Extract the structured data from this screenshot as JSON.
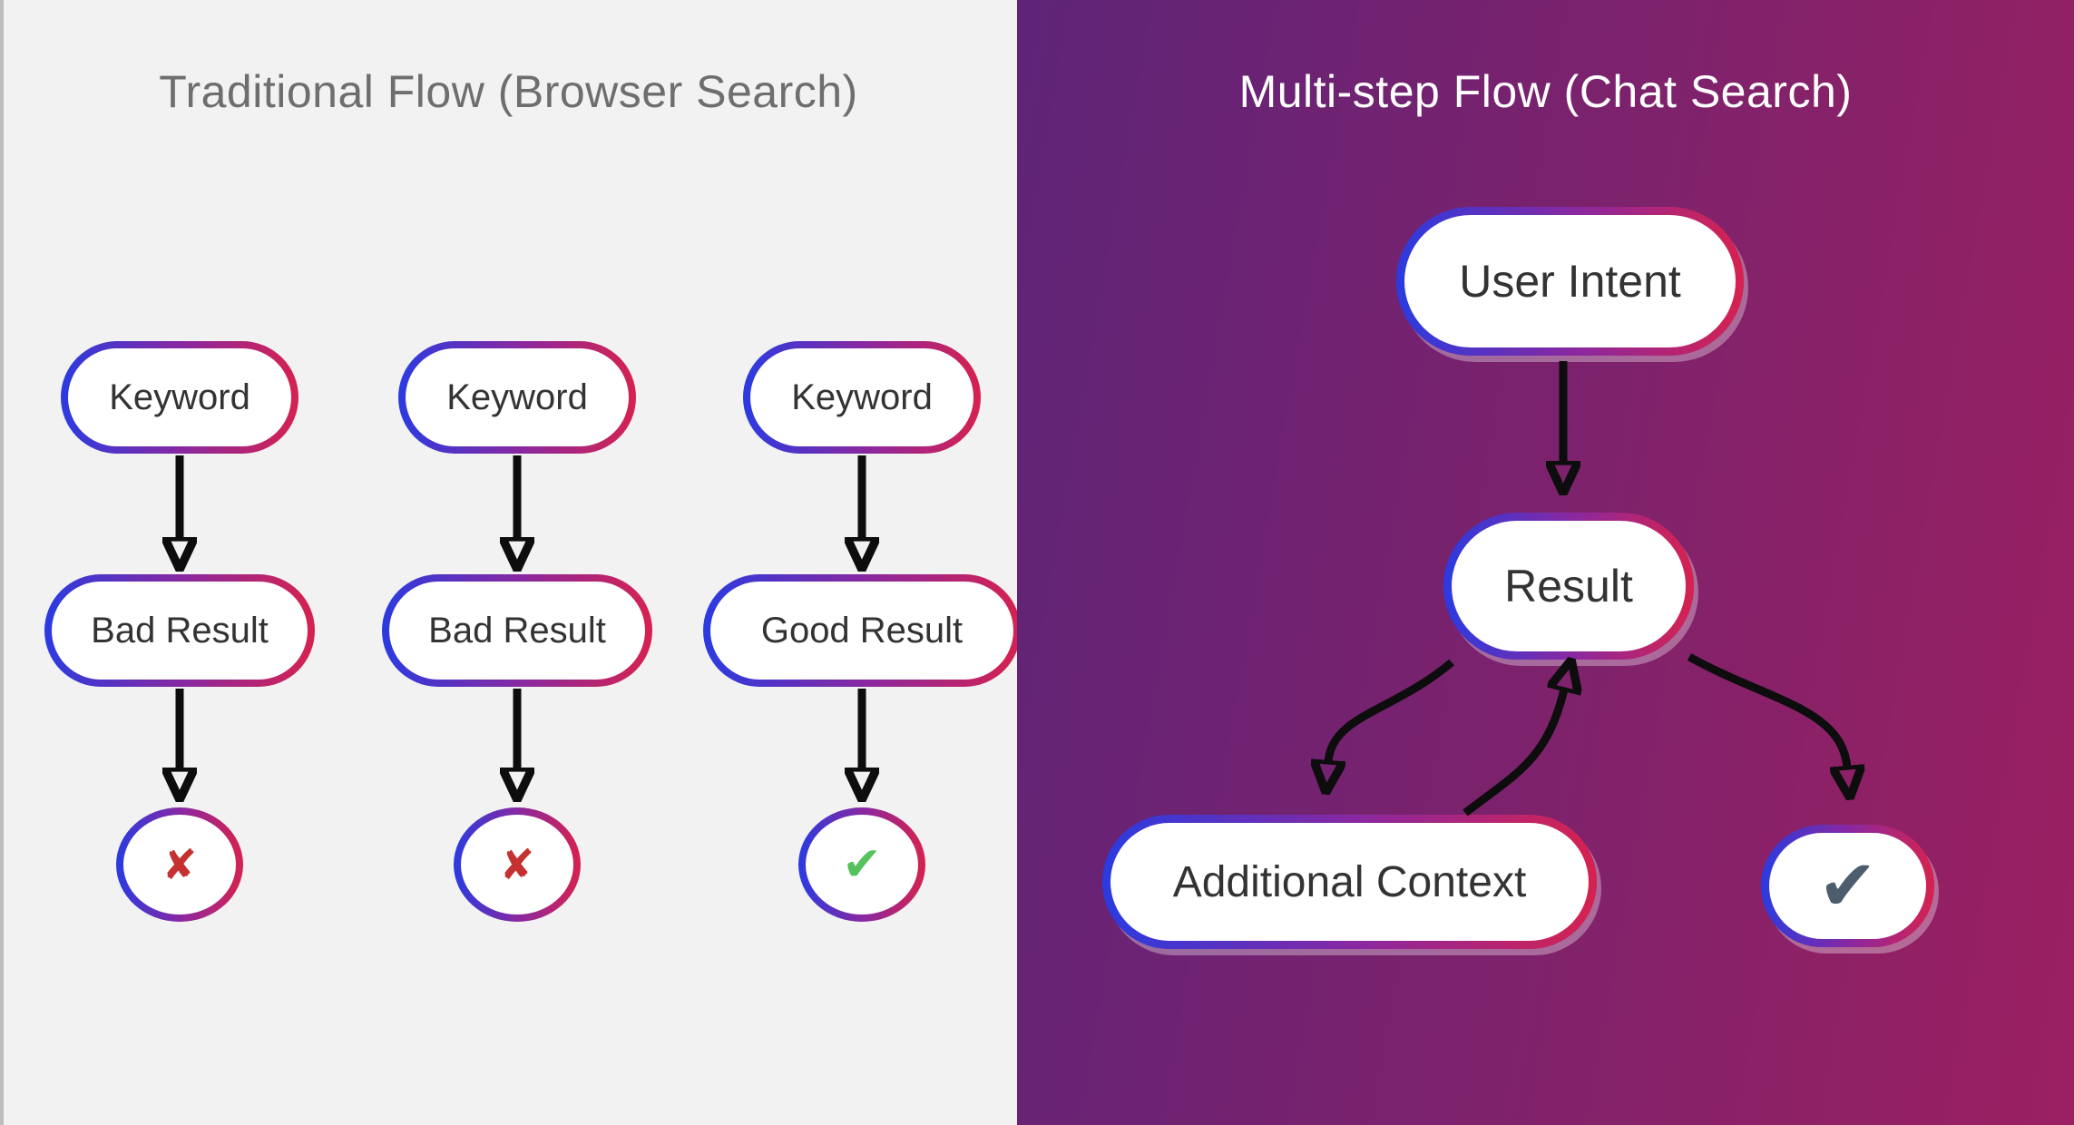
{
  "left_panel": {
    "title": "Traditional Flow (Browser Search)",
    "columns": [
      {
        "keyword": "Keyword",
        "result": "Bad Result",
        "mark": "✘",
        "outcome": "bad"
      },
      {
        "keyword": "Keyword",
        "result": "Bad Result",
        "mark": "✘",
        "outcome": "bad"
      },
      {
        "keyword": "Keyword",
        "result": "Good Result",
        "mark": "✔",
        "outcome": "good"
      }
    ]
  },
  "right_panel": {
    "title": "Multi-step Flow (Chat Search)",
    "nodes": {
      "user_intent": "User Intent",
      "result": "Result",
      "additional_context": "Additional Context",
      "success_mark": "✔"
    },
    "edges": [
      "User Intent -> Result",
      "Result -> Additional Context",
      "Additional Context -> Result",
      "Result -> Success"
    ]
  },
  "colors": {
    "accent_blue": "#2a3be0",
    "mid_purple": "#8a28a0",
    "accent_red": "#d6224f",
    "left_bg": "#f2f2f2",
    "left_edge": "#bcbec0",
    "left_title": "#6e6e6e",
    "grad_start": "#5e2478",
    "grad_end": "#9b2061",
    "node_text": "#333333",
    "bad_mark": "#c53030",
    "good_mark": "#55c25e",
    "slate_mark": "#4e5d6e",
    "arrow": "#0d0d0d"
  }
}
